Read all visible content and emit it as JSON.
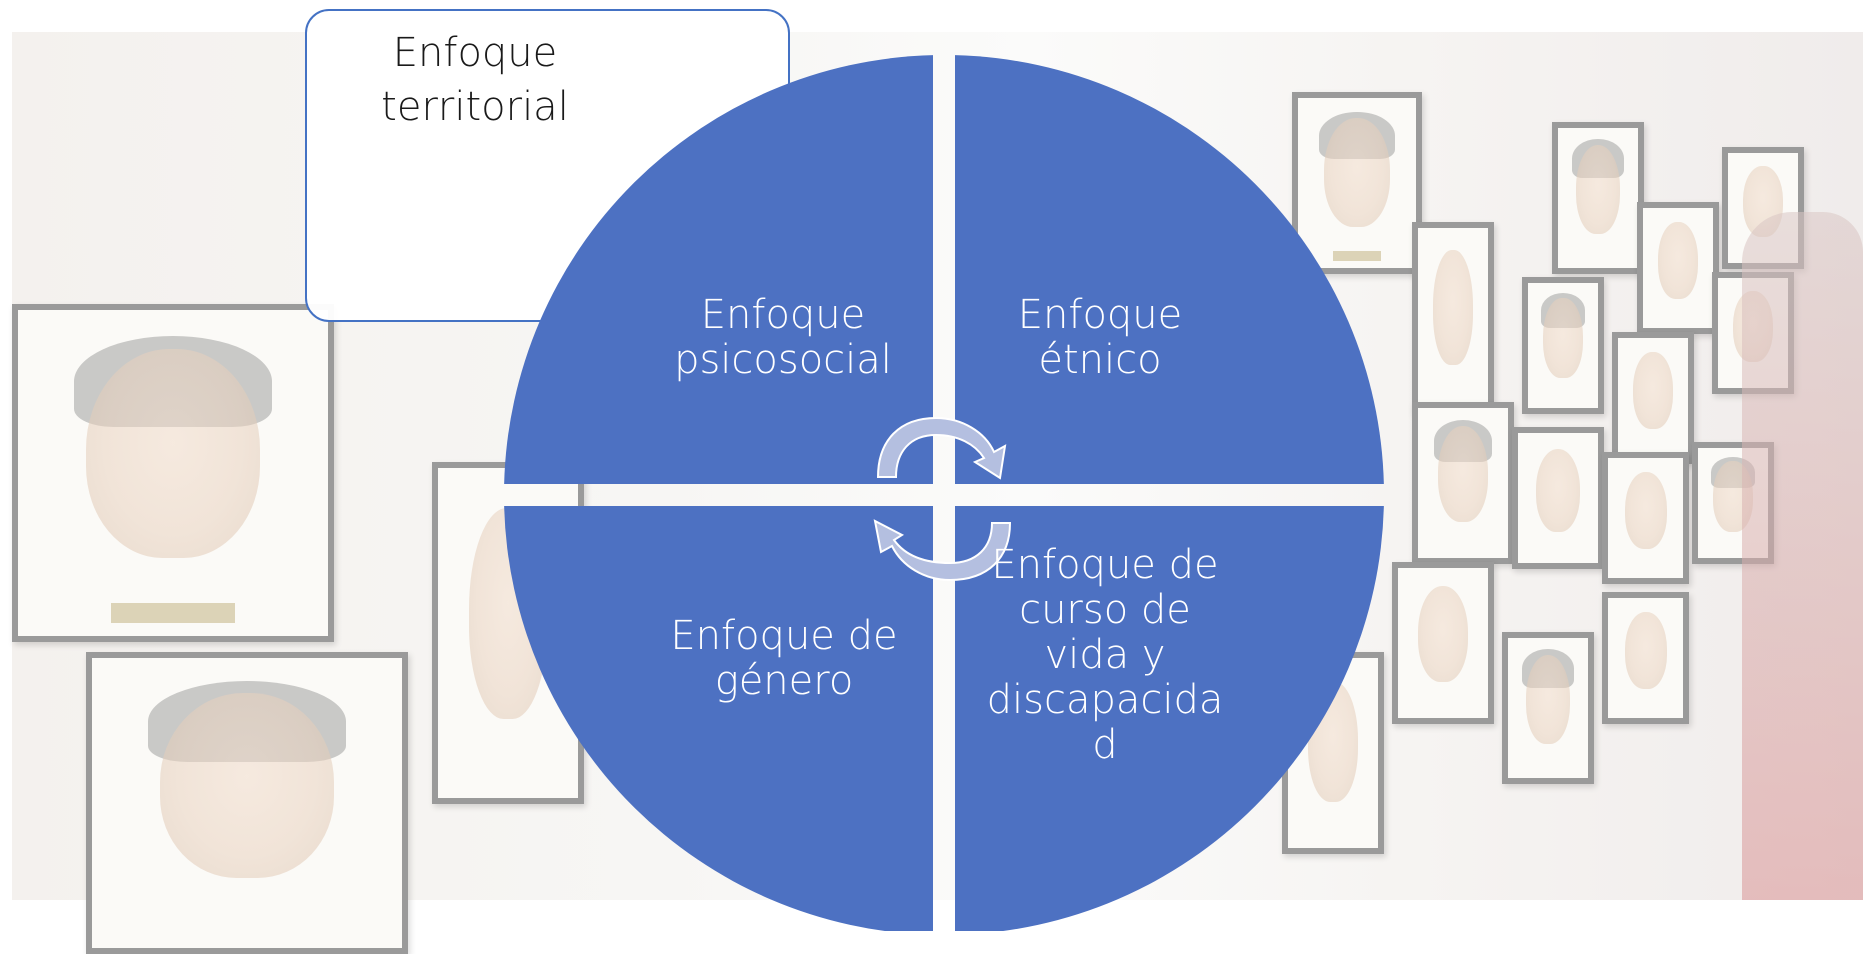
{
  "diagram": {
    "territorial_label": "Enfoque territorial",
    "quadrants": [
      {
        "id": "psicosocial",
        "label": "Enfoque psicosocial"
      },
      {
        "id": "etnico",
        "label": "Enfoque étnico"
      },
      {
        "id": "genero",
        "label": "Enfoque de género"
      },
      {
        "id": "curso-de-vida",
        "label": "Enfoque de curso de vida y discapacida d"
      }
    ],
    "colors": {
      "quadrant_fill": "#4d71c2",
      "box_border": "#4472c4",
      "cycle_arrow": "#b4bfe0",
      "divider": "#ffffff"
    },
    "icons": [
      "cycle-arrow-icon"
    ]
  }
}
